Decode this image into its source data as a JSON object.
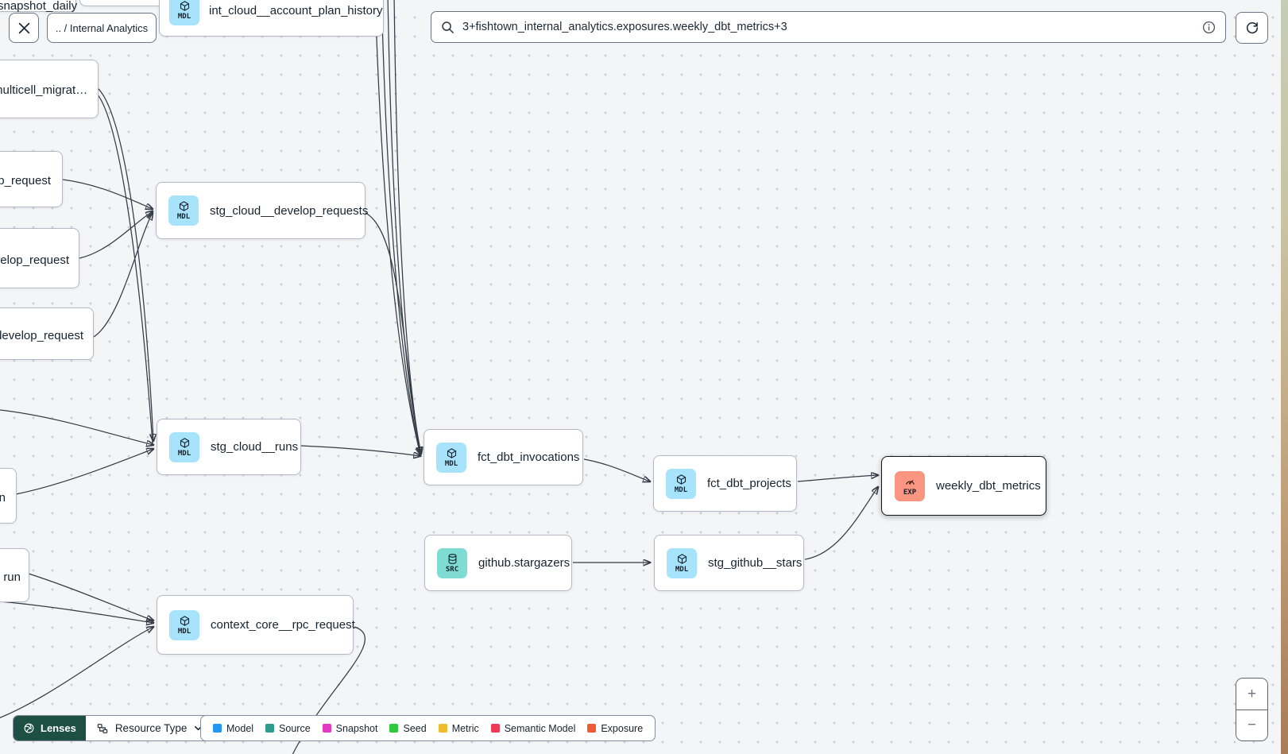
{
  "header": {
    "breadcrumb": ".. / Internal Analytics",
    "search_value": "3+fishtown_internal_analytics.exposures.weekly_dbt_metrics+3"
  },
  "nodes": [
    {
      "label": "int_cloud__account_plan_history",
      "badge": "MDL",
      "badge_color": "#a7e4fb"
    },
    {
      "label": "stg_cloud__develop_requests",
      "badge": "MDL",
      "badge_color": "#a7e4fb"
    },
    {
      "label": "stg_cloud__runs",
      "badge": "MDL",
      "badge_color": "#a7e4fb"
    },
    {
      "label": "fct_dbt_invocations",
      "badge": "MDL",
      "badge_color": "#a7e4fb"
    },
    {
      "label": "fct_dbt_projects",
      "badge": "MDL",
      "badge_color": "#a7e4fb"
    },
    {
      "label": "weekly_dbt_metrics",
      "badge": "EXP",
      "badge_color": "#f99580",
      "selected": true
    },
    {
      "label": "github.stargazers",
      "badge": "SRC",
      "badge_color": "#7fdcd2"
    },
    {
      "label": "stg_github__stars",
      "badge": "MDL",
      "badge_color": "#a7e4fb"
    },
    {
      "label": "context_core__rpc_request",
      "badge": "MDL",
      "badge_color": "#a7e4fb"
    }
  ],
  "cut_nodes": [
    {
      "label": "snapshot_daily"
    },
    {
      "label": "multicell_migrat…"
    },
    {
      "label": "op_request"
    },
    {
      "label": "velop_request"
    },
    {
      "label": ".develop_request"
    },
    {
      "label": "n"
    },
    {
      "label": "run"
    }
  ],
  "legend": {
    "items": [
      {
        "label": "Model",
        "color": "#2196f3"
      },
      {
        "label": "Source",
        "color": "#2d9c8e"
      },
      {
        "label": "Snapshot",
        "color": "#e23ac1"
      },
      {
        "label": "Seed",
        "color": "#2fc93c"
      },
      {
        "label": "Metric",
        "color": "#eebc2d"
      },
      {
        "label": "Semantic Model",
        "color": "#ee3a56"
      },
      {
        "label": "Exposure",
        "color": "#ef5b32"
      }
    ]
  },
  "toolbar": {
    "lenses": "Lenses",
    "resource_type": "Resource Type"
  },
  "zoom_controls": {
    "zoom_in": "+",
    "zoom_out": "−"
  }
}
